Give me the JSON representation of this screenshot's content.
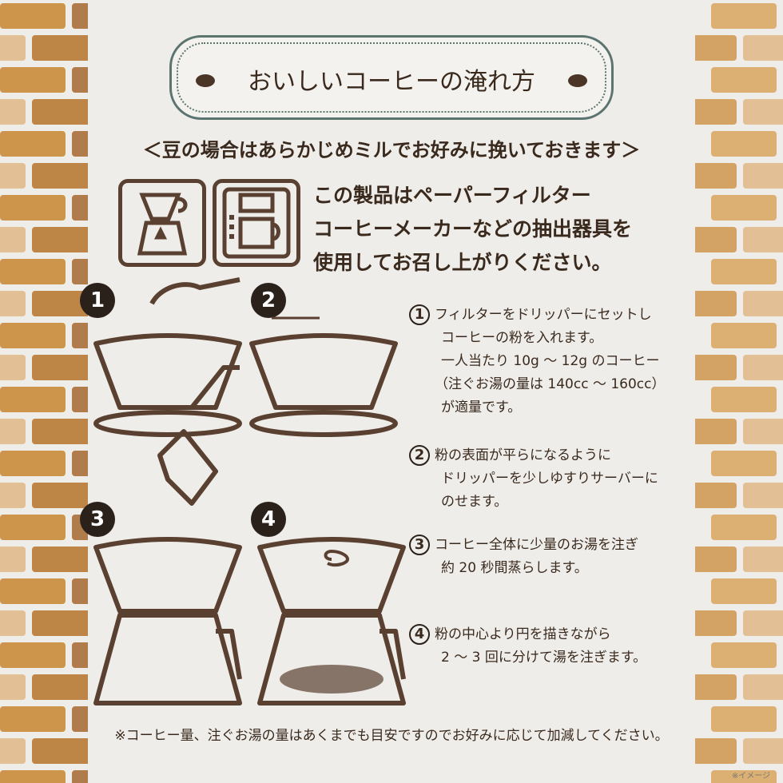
{
  "title": "おいしいコーヒーの淹れ方",
  "subtitle": "＜豆の場合はあらかじめミルでお好みに挽いておきます＞",
  "intro": [
    "この製品はペーパーフィルター",
    "コーヒーメーカーなどの抽出器具を",
    "使用してお召し上がりください。"
  ],
  "icons": [
    "dripper-icon",
    "coffee-maker-icon"
  ],
  "steps": [
    {
      "num": "1",
      "circ": "1",
      "lines": [
        "フィルターをドリッパーにセットし",
        "コーヒーの粉を入れます。",
        "一人当たり 10g ～ 12g のコーヒー",
        "（注ぐお湯の量は 140cc ～ 160cc）",
        "が適量です。"
      ]
    },
    {
      "num": "2",
      "circ": "2",
      "lines": [
        "粉の表面が平らになるように",
        "ドリッパーを少しゆすりサーバーに",
        "のせます。"
      ]
    },
    {
      "num": "3",
      "circ": "3",
      "lines": [
        "コーヒー全体に少量のお湯を注ぎ",
        "約 20 秒間蒸らします。"
      ]
    },
    {
      "num": "4",
      "circ": "4",
      "lines": [
        "粉の中心より円を描きながら",
        "2 ～ 3 回に分けて湯を注ぎます。"
      ]
    }
  ],
  "note": "※コーヒー量、注ぐお湯の量はあくまでも目安ですのでお好みに応じて加減してください。",
  "image_note": "※イメージ",
  "colors": {
    "brown": "#5a4030",
    "dark": "#2b211b",
    "frame": "#5c7470",
    "brick": "#c98a3a"
  }
}
